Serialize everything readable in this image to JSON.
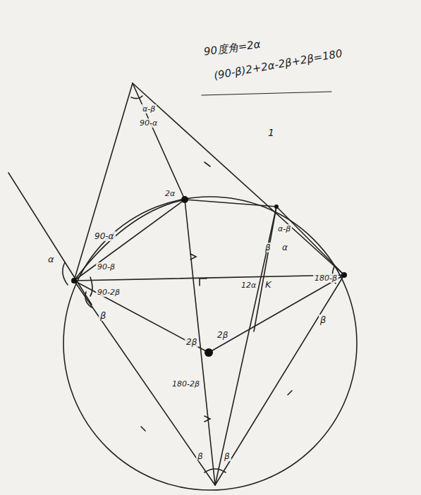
{
  "diagram": {
    "labels": [
      "90度角=2α",
      "(90-β)2+2α-2β+2β=180",
      "1",
      "α-β",
      "90-α",
      "2α",
      "α",
      "90-α",
      "90-β",
      "90-2β",
      "β",
      "2β",
      "2β",
      "180-2β",
      "β",
      "β",
      "α-β",
      "β",
      "α",
      "K",
      "12α",
      "180-β",
      "β"
    ]
  }
}
